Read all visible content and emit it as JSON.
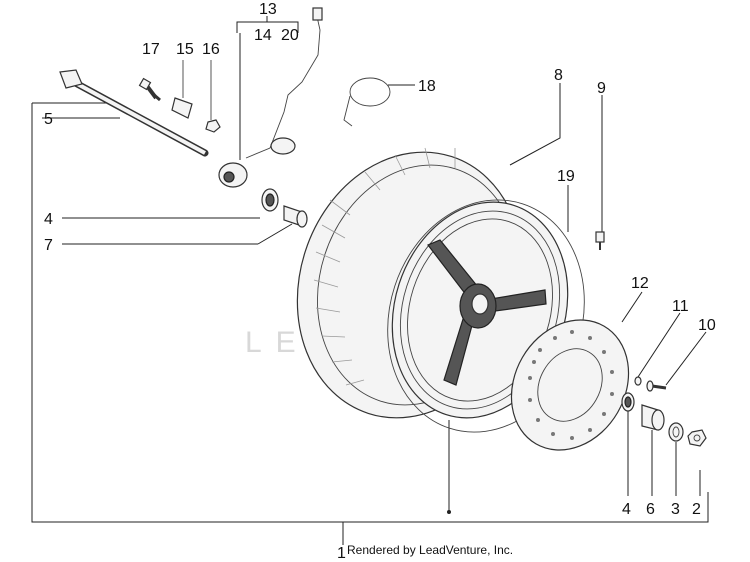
{
  "diagram": {
    "labels": {
      "1": "1",
      "2": "2",
      "3": "3",
      "4a": "4",
      "4b": "4",
      "5": "5",
      "6": "6",
      "7": "7",
      "8": "8",
      "9": "9",
      "10": "10",
      "11": "11",
      "12": "12",
      "13": "13",
      "14": "14",
      "15": "15",
      "16": "16",
      "17": "17",
      "18": "18",
      "19": "19",
      "20": "20"
    },
    "credit": "Rendered by LeadVenture, Inc.",
    "watermark": "LEADVENTURE"
  }
}
